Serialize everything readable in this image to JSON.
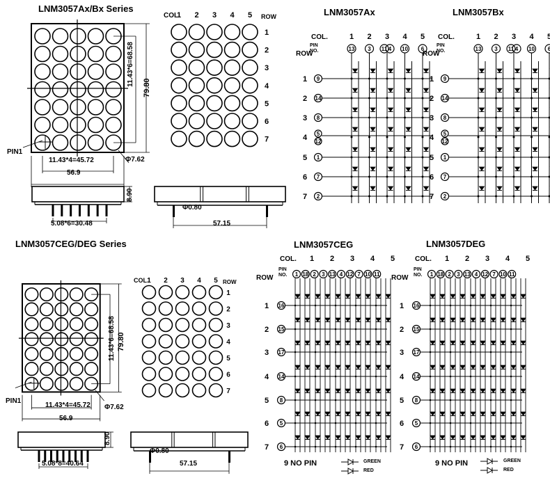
{
  "titles": {
    "ax_bx_series": "LNM3057Ax/Bx  Series",
    "ceg_deg_series": "LNM3057CEG/DEG  Series",
    "ax": "LNM3057Ax",
    "bx": "LNM3057Bx",
    "ceg": "LNM3057CEG",
    "deg": "LNM3057DEG"
  },
  "labels": {
    "col": "COL.",
    "row": "ROW",
    "pin_no_1": "PIN",
    "pin_no_2": "NO.",
    "pin1": "PIN1",
    "no_pin": "9  NO  PIN",
    "green": "GREEN",
    "red": "RED"
  },
  "column_numbers": [
    "1",
    "2",
    "3",
    "4",
    "5"
  ],
  "row_numbers": [
    "1",
    "2",
    "3",
    "4",
    "5",
    "6",
    "7"
  ],
  "dimensions": {
    "pitch_vertical": "11.43*6=68.58",
    "height_total": "79.80",
    "pitch_horizontal": "11.43*4=45.72",
    "width_total": "56.9",
    "dot_diameter": "Φ7.62",
    "thickness": "8.90",
    "pin_pitch_top": "5.08*6=30.48",
    "pin_pitch_bottom": "5.08*8=40.64",
    "pin_diameter": "Φ0.80",
    "pin_span": "57.15"
  },
  "pins": {
    "ax_col": [
      "13",
      "3",
      "11",
      "4",
      "10",
      "6"
    ],
    "ax_row": [
      "9",
      "14",
      "8",
      "5",
      "12",
      "1",
      "7",
      "2"
    ],
    "bx_col": [
      "13",
      "3",
      "11",
      "4",
      "10",
      "6"
    ],
    "bx_row": [
      "9",
      "14",
      "8",
      "5",
      "12",
      "1",
      "7",
      "2"
    ],
    "ceg_col": [
      "1",
      "18",
      "2",
      "3",
      "13",
      "4",
      "12",
      "7",
      "10",
      "11"
    ],
    "ceg_row": [
      "16",
      "15",
      "17",
      "14",
      "8",
      "5",
      "6"
    ],
    "deg_col": [
      "1",
      "18",
      "2",
      "3",
      "13",
      "4",
      "12",
      "7",
      "10",
      "11"
    ],
    "deg_row": [
      "16",
      "15",
      "17",
      "14",
      "8",
      "5",
      "6"
    ]
  }
}
